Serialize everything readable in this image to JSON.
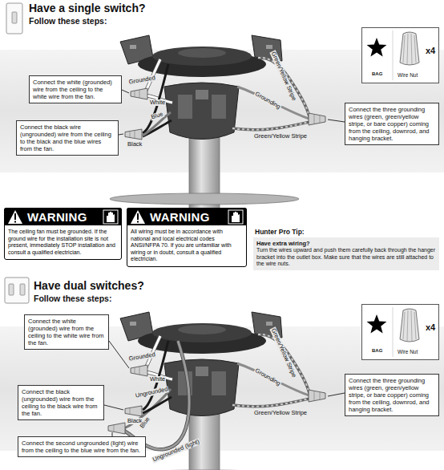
{
  "diagram": {
    "nodes": [
      {
        "text": [
          "BAG",
          "Wire Nut",
          "x4"
        ]
      },
      {
        "text": [
          "Connect the white (grounded) wire from the ceiling to the white wire from the fan."
        ]
      },
      {
        "text": [
          "Connect the black wire (ungrounded) wire from the ceiling to the black and the blue wires from the fan."
        ]
      },
      {
        "text": [
          "Connect the three grounding wires (green, green/yellow stripe, or bare copper) coming from the ceiling, downrod, and hanging bracket."
        ]
      },
      {
        "text": [
          "WARNING",
          "The ceiling fan must be grounded. If the ground wire for the installation site is not present, immediately STOP installation and consult a qualified electrician."
        ]
      },
      {
        "text": [
          "WARNING",
          "All wiring must be in accordance with national and local electrical codes ANSI/NFPA 70. If you are unfamiliar with wiring or in doubt, consult a qualified electrician."
        ]
      },
      {
        "text": [
          "Have extra wiring?",
          "Turn the wires upward and push them carefully back through the hanger bracket into the outlet box. Make sure that the wires are still attached to the wire nuts."
        ]
      },
      {
        "text": [
          "BAG",
          "Wire Nut",
          "x4"
        ]
      },
      {
        "text": [
          "Connect the white (grounded) wire from the ceiling to the white wire from the fan."
        ]
      },
      {
        "text": [
          "Connect the black (ungrounded) wire from the ceiling to the black wire from the fan."
        ]
      },
      {
        "text": [
          "Connect the second ungrounded (light) wire from the ceiling to the blue wire from the fan."
        ]
      },
      {
        "text": [
          "Connect the three grounding wires (green, green/yellow stripe, or bare copper) coming from the ceiling, downrod, and hanging bracket."
        ]
      }
    ],
    "labels": [
      "Have a single switch?",
      "Follow these steps:",
      "Grounded",
      "White",
      "Blue",
      "Black",
      "Grounding",
      "Green/Yellow Stripe",
      "Green/Yellow Stripe",
      "Hunter Pro Tip:",
      "Have dual switches?",
      "Follow these steps:",
      "Grounded",
      "White",
      "Ungrounded",
      "Black",
      "Blue",
      "Ungrounded (light)",
      "Grounding",
      "Green/Yellow Stripe",
      "Green/Yellow Stripe"
    ]
  }
}
